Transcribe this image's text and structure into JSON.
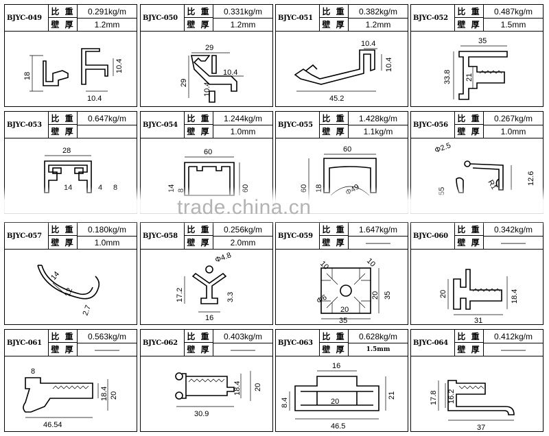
{
  "labels": {
    "weight": "比 重",
    "thickness": "壁 厚"
  },
  "watermark": "trade.china.cn",
  "cells": [
    {
      "code": "BJYC-049",
      "weight": "0.291kg/m",
      "thickness": "1.2mm",
      "dims": [
        "18",
        "10.4",
        "10.4"
      ]
    },
    {
      "code": "BJYC-050",
      "weight": "0.331kg/m",
      "thickness": "1.2mm",
      "dims": [
        "29",
        "29",
        "10.4",
        "10.4"
      ]
    },
    {
      "code": "BJYC-051",
      "weight": "0.382kg/m",
      "thickness": "1.2mm",
      "dims": [
        "10.4",
        "10.4",
        "45.2"
      ]
    },
    {
      "code": "BJYC-052",
      "weight": "0.487kg/m",
      "thickness": "1.5mm",
      "dims": [
        "35",
        "33.8",
        "21"
      ]
    },
    {
      "code": "BJYC-053",
      "weight": "0.647kg/m",
      "thickness": "",
      "dims": [
        "28",
        "14",
        "4",
        "8"
      ]
    },
    {
      "code": "BJYC-054",
      "weight": "1.244kg/m",
      "thickness": "1.0mm",
      "dims": [
        "60",
        "14",
        "8",
        "60"
      ]
    },
    {
      "code": "BJYC-055",
      "weight": "1.428kg/m",
      "thickness": "1.1kg/m",
      "dims": [
        "60",
        "60",
        "18",
        "Φ49"
      ]
    },
    {
      "code": "BJYC-056",
      "weight": "0.267kg/m",
      "thickness": "1.0mm",
      "dims": [
        "Φ2.5",
        "12.6",
        "R1",
        "55"
      ]
    },
    {
      "code": "BJYC-057",
      "weight": "0.180kg/m",
      "thickness": "1.0mm",
      "dims": [
        "14",
        "12",
        "2.7"
      ]
    },
    {
      "code": "BJYC-058",
      "weight": "0.256kg/m",
      "thickness": "2.0mm",
      "dims": [
        "Φ4.8",
        "17.2",
        "3.3",
        "16"
      ]
    },
    {
      "code": "BJYC-059",
      "weight": "1.647kg/m",
      "thickness": "———",
      "dims": [
        "10",
        "10",
        "20",
        "35",
        "Φ6",
        "20",
        "35"
      ]
    },
    {
      "code": "BJYC-060",
      "weight": "0.342kg/m",
      "thickness": "———",
      "dims": [
        "20",
        "18.4",
        "31"
      ]
    },
    {
      "code": "BJYC-061",
      "weight": "0.563kg/m",
      "thickness": "———",
      "dims": [
        "8",
        "18.4",
        "20",
        "46.54"
      ]
    },
    {
      "code": "BJYC-062",
      "weight": "0.403kg/m",
      "thickness": "———",
      "dims": [
        "18.4",
        "20",
        "30.9"
      ]
    },
    {
      "code": "BJYC-063",
      "weight": "0.628kg/m",
      "thickness": "1.5mm",
      "dims": [
        "16",
        "8.4",
        "20",
        "21",
        "46.5"
      ]
    },
    {
      "code": "BJYC-064",
      "weight": "0.412kg/m",
      "thickness": "———",
      "dims": [
        "17.8",
        "16.2",
        "37"
      ]
    }
  ]
}
